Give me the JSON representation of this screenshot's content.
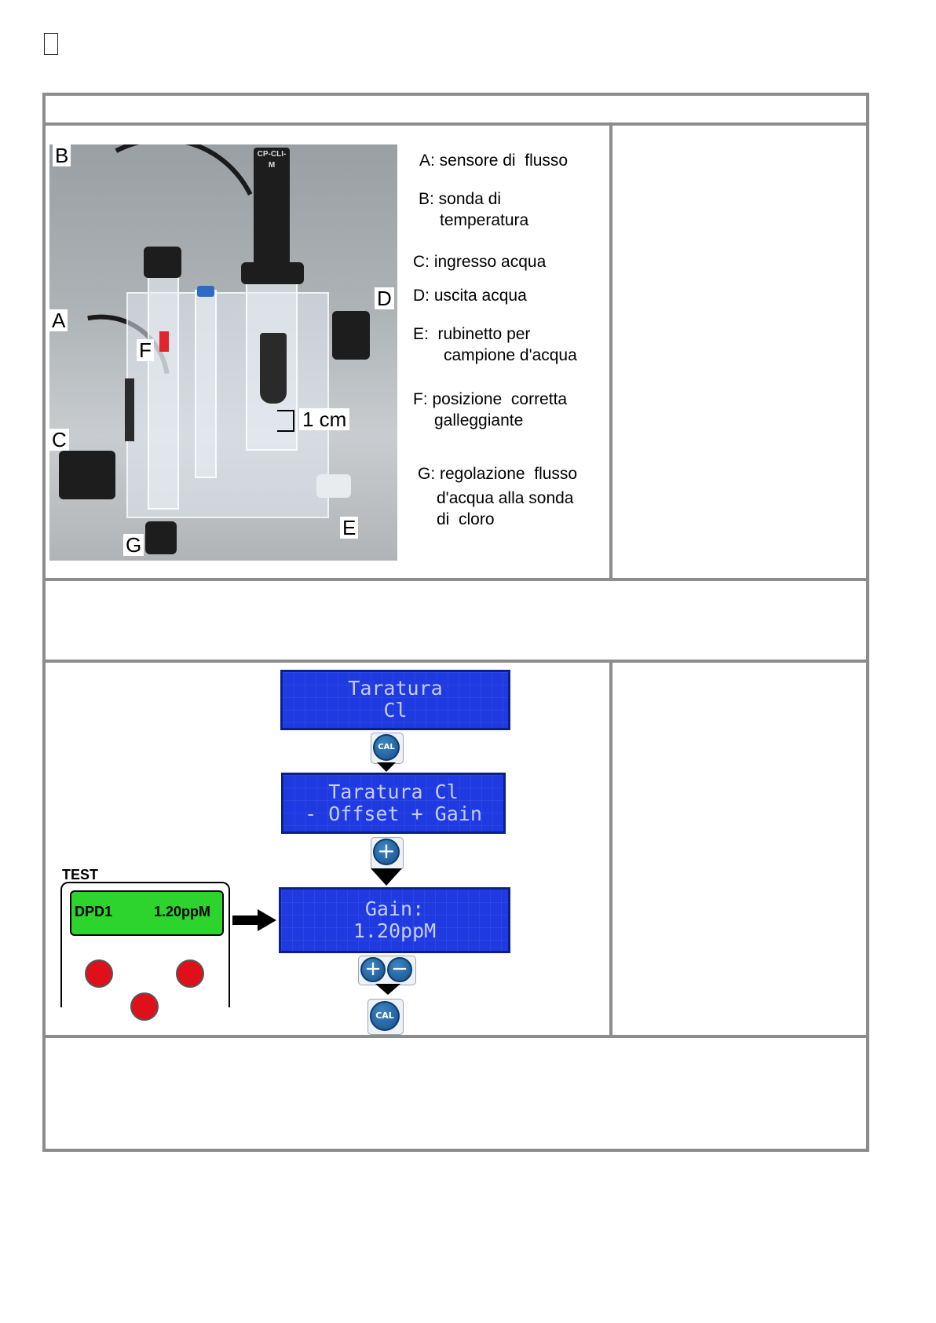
{
  "photo": {
    "labels": {
      "a": "A",
      "b": "B",
      "c": "C",
      "d": "D",
      "e": "E",
      "f": "F",
      "g": "G"
    },
    "scale_label": "1 cm",
    "probe_label": "CP-CLI-M"
  },
  "legend": {
    "a": "A: sensore di  flusso",
    "b1": "B: sonda di",
    "b2": "temperatura",
    "c": "C: ingresso acqua",
    "d": "D: uscita acqua",
    "e1": "E:  rubinetto per",
    "e2": "campione d'acqua",
    "f1": "F: posizione  corretta",
    "f2": "galleggiante",
    "g1": "G: regolazione  flusso",
    "g2": "d'acqua alla sonda",
    "g3": "di  cloro"
  },
  "calibration": {
    "screen1": {
      "line1": "Taratura",
      "line2": "Cl"
    },
    "screen2": {
      "line1": "Taratura Cl",
      "line2": "- Offset + Gain"
    },
    "screen3": {
      "line1": "Gain:",
      "line2": "1.20ppM"
    },
    "cal_label": "CAL",
    "plus_symbol": "+",
    "minus_symbol": "−"
  },
  "test_device": {
    "title": "TEST",
    "reading_name": "DPD1",
    "reading_value": "1.20ppM"
  },
  "colors": {
    "lcd_blue": "#1e3ae0",
    "device_green": "#2ed42e",
    "button_red": "#e0101b",
    "table_border": "#8c8c8c"
  }
}
